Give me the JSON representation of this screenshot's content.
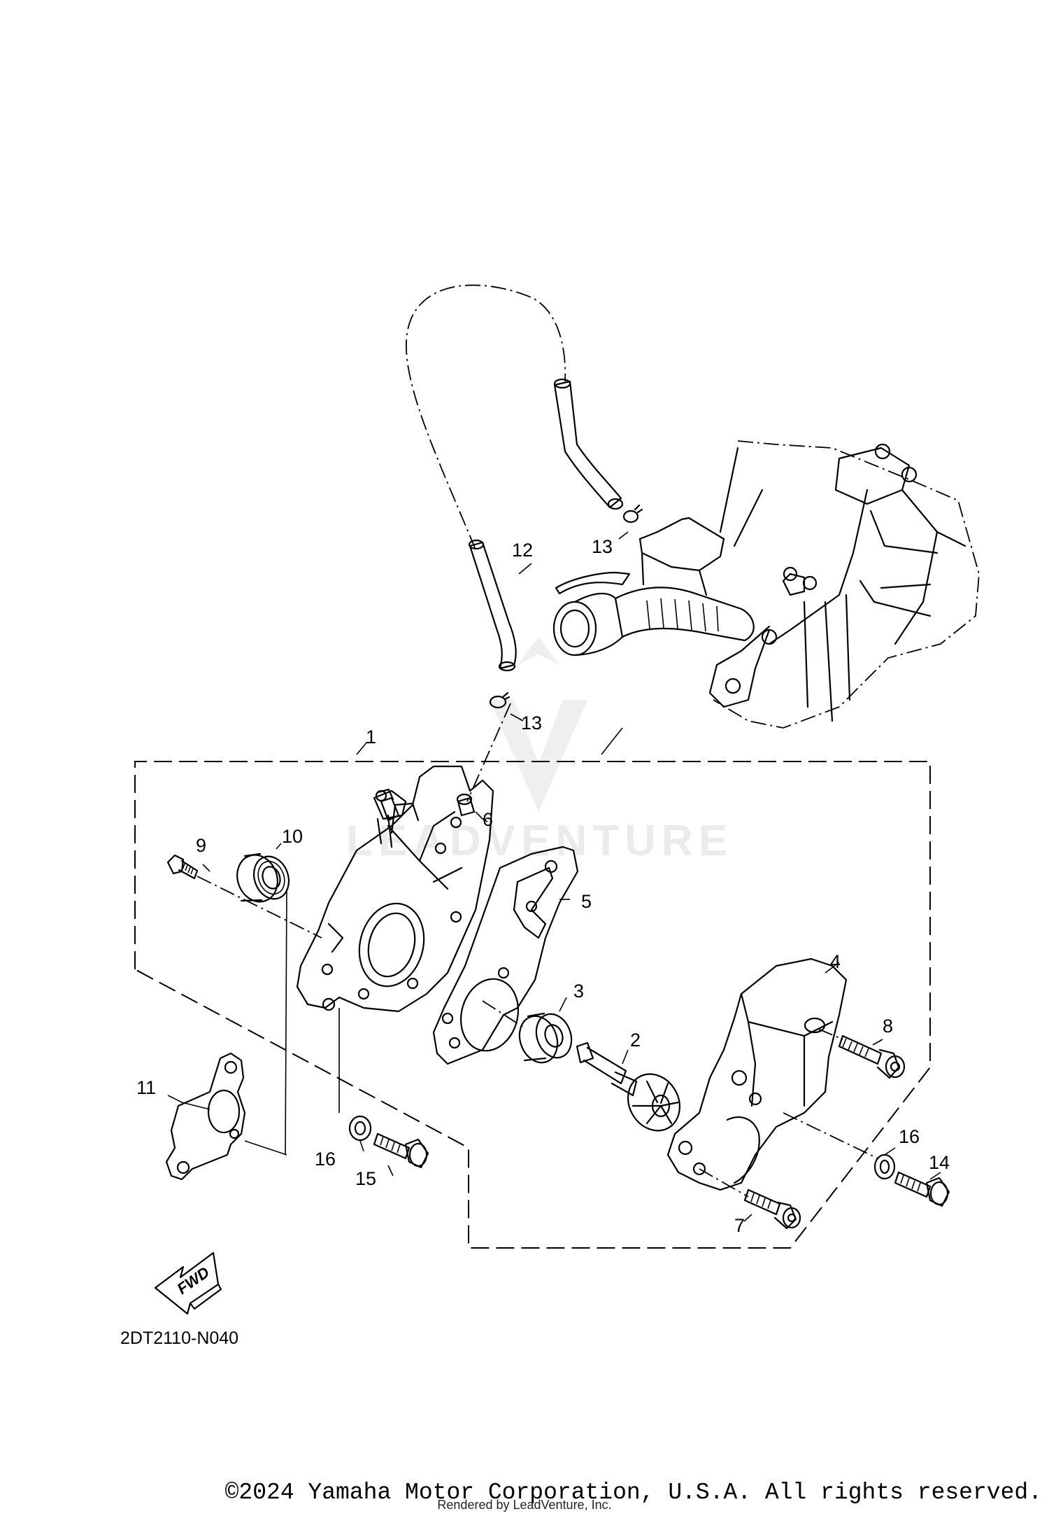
{
  "diagram": {
    "part_callouts": [
      {
        "id": "callout-1",
        "label": "1"
      },
      {
        "id": "callout-2",
        "label": "2"
      },
      {
        "id": "callout-3",
        "label": "3"
      },
      {
        "id": "callout-4",
        "label": "4"
      },
      {
        "id": "callout-5",
        "label": "5"
      },
      {
        "id": "callout-6",
        "label": "6"
      },
      {
        "id": "callout-7",
        "label": "7"
      },
      {
        "id": "callout-8",
        "label": "8"
      },
      {
        "id": "callout-9",
        "label": "9"
      },
      {
        "id": "callout-10",
        "label": "10"
      },
      {
        "id": "callout-11",
        "label": "11"
      },
      {
        "id": "callout-12",
        "label": "12"
      },
      {
        "id": "callout-13a",
        "label": "13"
      },
      {
        "id": "callout-13b",
        "label": "13"
      },
      {
        "id": "callout-14",
        "label": "14"
      },
      {
        "id": "callout-15",
        "label": "15"
      },
      {
        "id": "callout-16a",
        "label": "16"
      },
      {
        "id": "callout-16b",
        "label": "16"
      }
    ],
    "fwd_label": "FWD",
    "diagram_code": "2DT2110-N040",
    "watermark": "LEADVENTURE"
  },
  "footer": {
    "copyright": "©2024 Yamaha Motor Corporation, U.S.A. All rights reserved.",
    "rendered_by": "Rendered by LeadVenture, Inc."
  }
}
